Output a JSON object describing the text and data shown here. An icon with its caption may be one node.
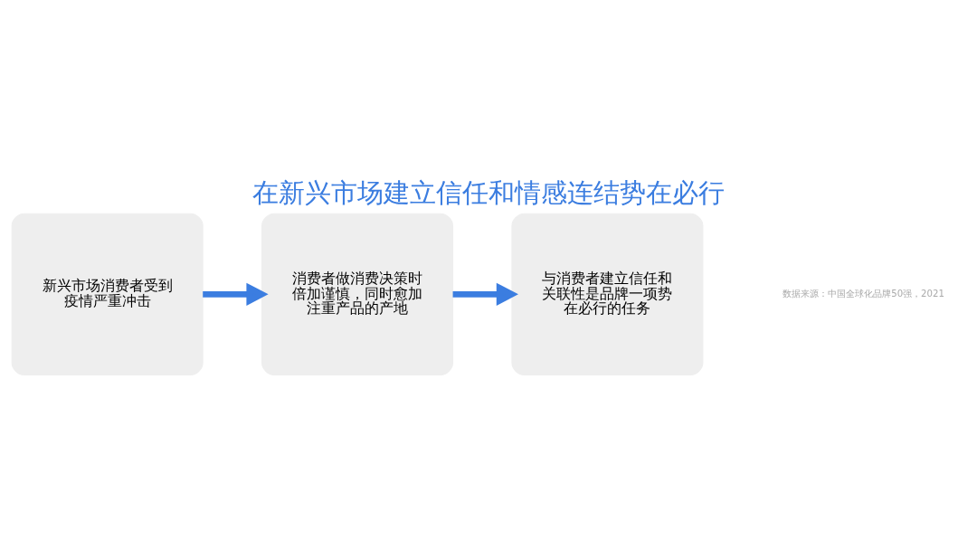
{
  "diagram": {
    "title": "在新兴市场建立信任和情感连结势在必行",
    "nodes": [
      {
        "text": [
          "新兴市场消费者受到疫情严重冲击"
        ]
      },
      {
        "text": [
          "消费者做消费决策时倍加谨慎，同时愈加注重产品的产地"
        ]
      },
      {
        "text": [
          "与消费者建立信任和关联性是品牌一项势在必行的任务"
        ]
      }
    ],
    "edges": [
      {
        "from": 0,
        "to": 1,
        "arrow": "to"
      },
      {
        "from": 1,
        "to": 2,
        "arrow": "to"
      }
    ],
    "labels": [
      "数据来源：中国全球化品牌50强，2021"
    ]
  }
}
